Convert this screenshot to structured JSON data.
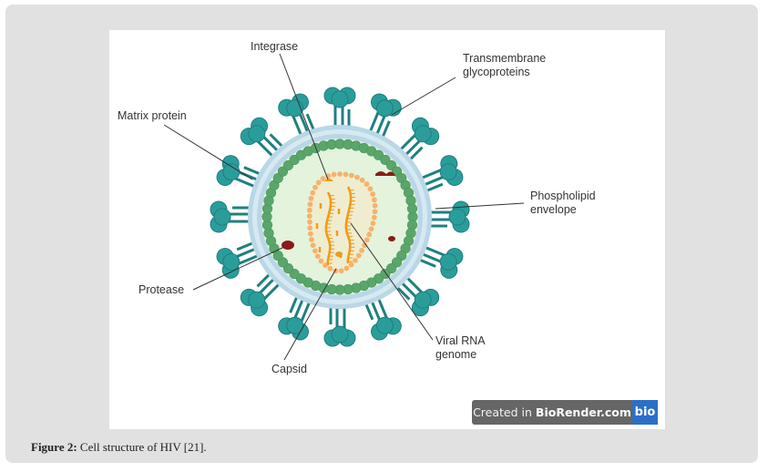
{
  "figure": {
    "title": "Cell structure of HIV",
    "labels": {
      "integrase": "Integrase",
      "transmembrane": "Transmembrane\nglycoproteins",
      "matrix": "Matrix protein",
      "phospholipid": "Phospholipid\nenvelope",
      "protease": "Protease",
      "viral_rna": "Viral RNA\ngenome",
      "capsid": "Capsid"
    },
    "badge": {
      "prefix": "Created in",
      "brand": "BioRender.com",
      "logo": "bio"
    },
    "colors": {
      "glycoprotein": "#2a9d9a",
      "glycoprotein_dark": "#1f7f80",
      "envelope": "#b9d7e6",
      "interior": "#e3f3dc",
      "matrix": "#5aa66a",
      "capsid": "#f6b26b",
      "rna": "#f29a1a",
      "protease": "#8b1a1a",
      "badge_bg": "#666666",
      "badge_logo": "#2c6fc7"
    }
  },
  "caption": {
    "label": "Figure 2:",
    "text": " Cell structure of HIV [21]."
  }
}
